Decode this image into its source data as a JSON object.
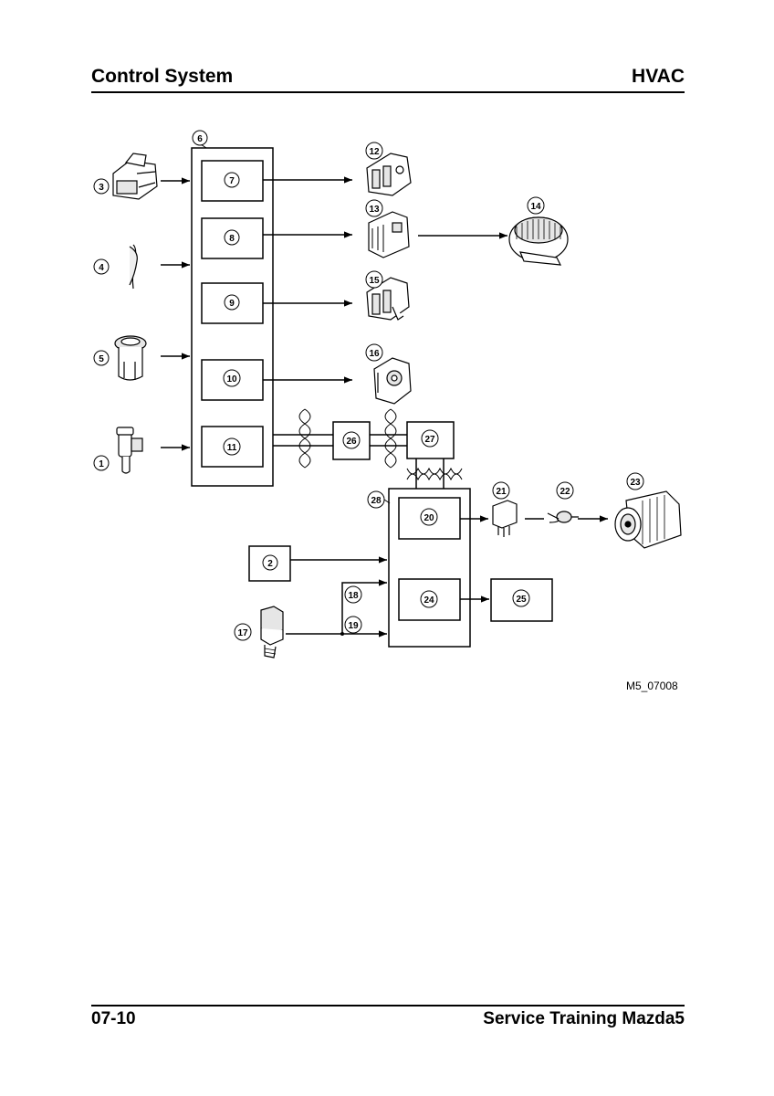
{
  "header": {
    "left": "Control System",
    "right": "HVAC"
  },
  "footer": {
    "left": "07-10",
    "right": "Service Training Mazda5"
  },
  "figure": {
    "id": "M5_07008",
    "callouts": {
      "c1": "1",
      "c2": "2",
      "c3": "3",
      "c4": "4",
      "c5": "5",
      "c6": "6",
      "c7": "7",
      "c8": "8",
      "c9": "9",
      "c10": "10",
      "c11": "11",
      "c12": "12",
      "c13": "13",
      "c14": "14",
      "c15": "15",
      "c16": "16",
      "c17": "17",
      "c18": "18",
      "c19": "19",
      "c20": "20",
      "c21": "21",
      "c22": "22",
      "c23": "23",
      "c24": "24",
      "c25": "25",
      "c26": "26",
      "c27": "27",
      "c28": "28"
    },
    "icons": [
      "ambient-sensor-icon",
      "sunlight-sensor-icon",
      "humidity-sensor-icon",
      "temperature-sensor-icon",
      "air-mix-actuator-icon",
      "blower-controller-icon",
      "blower-motor-icon",
      "mode-actuator-icon",
      "recirculation-actuator-icon",
      "ac-relay-icon",
      "magnetic-clutch-icon",
      "ac-compressor-icon",
      "refrigerant-pressure-switch-icon"
    ]
  }
}
